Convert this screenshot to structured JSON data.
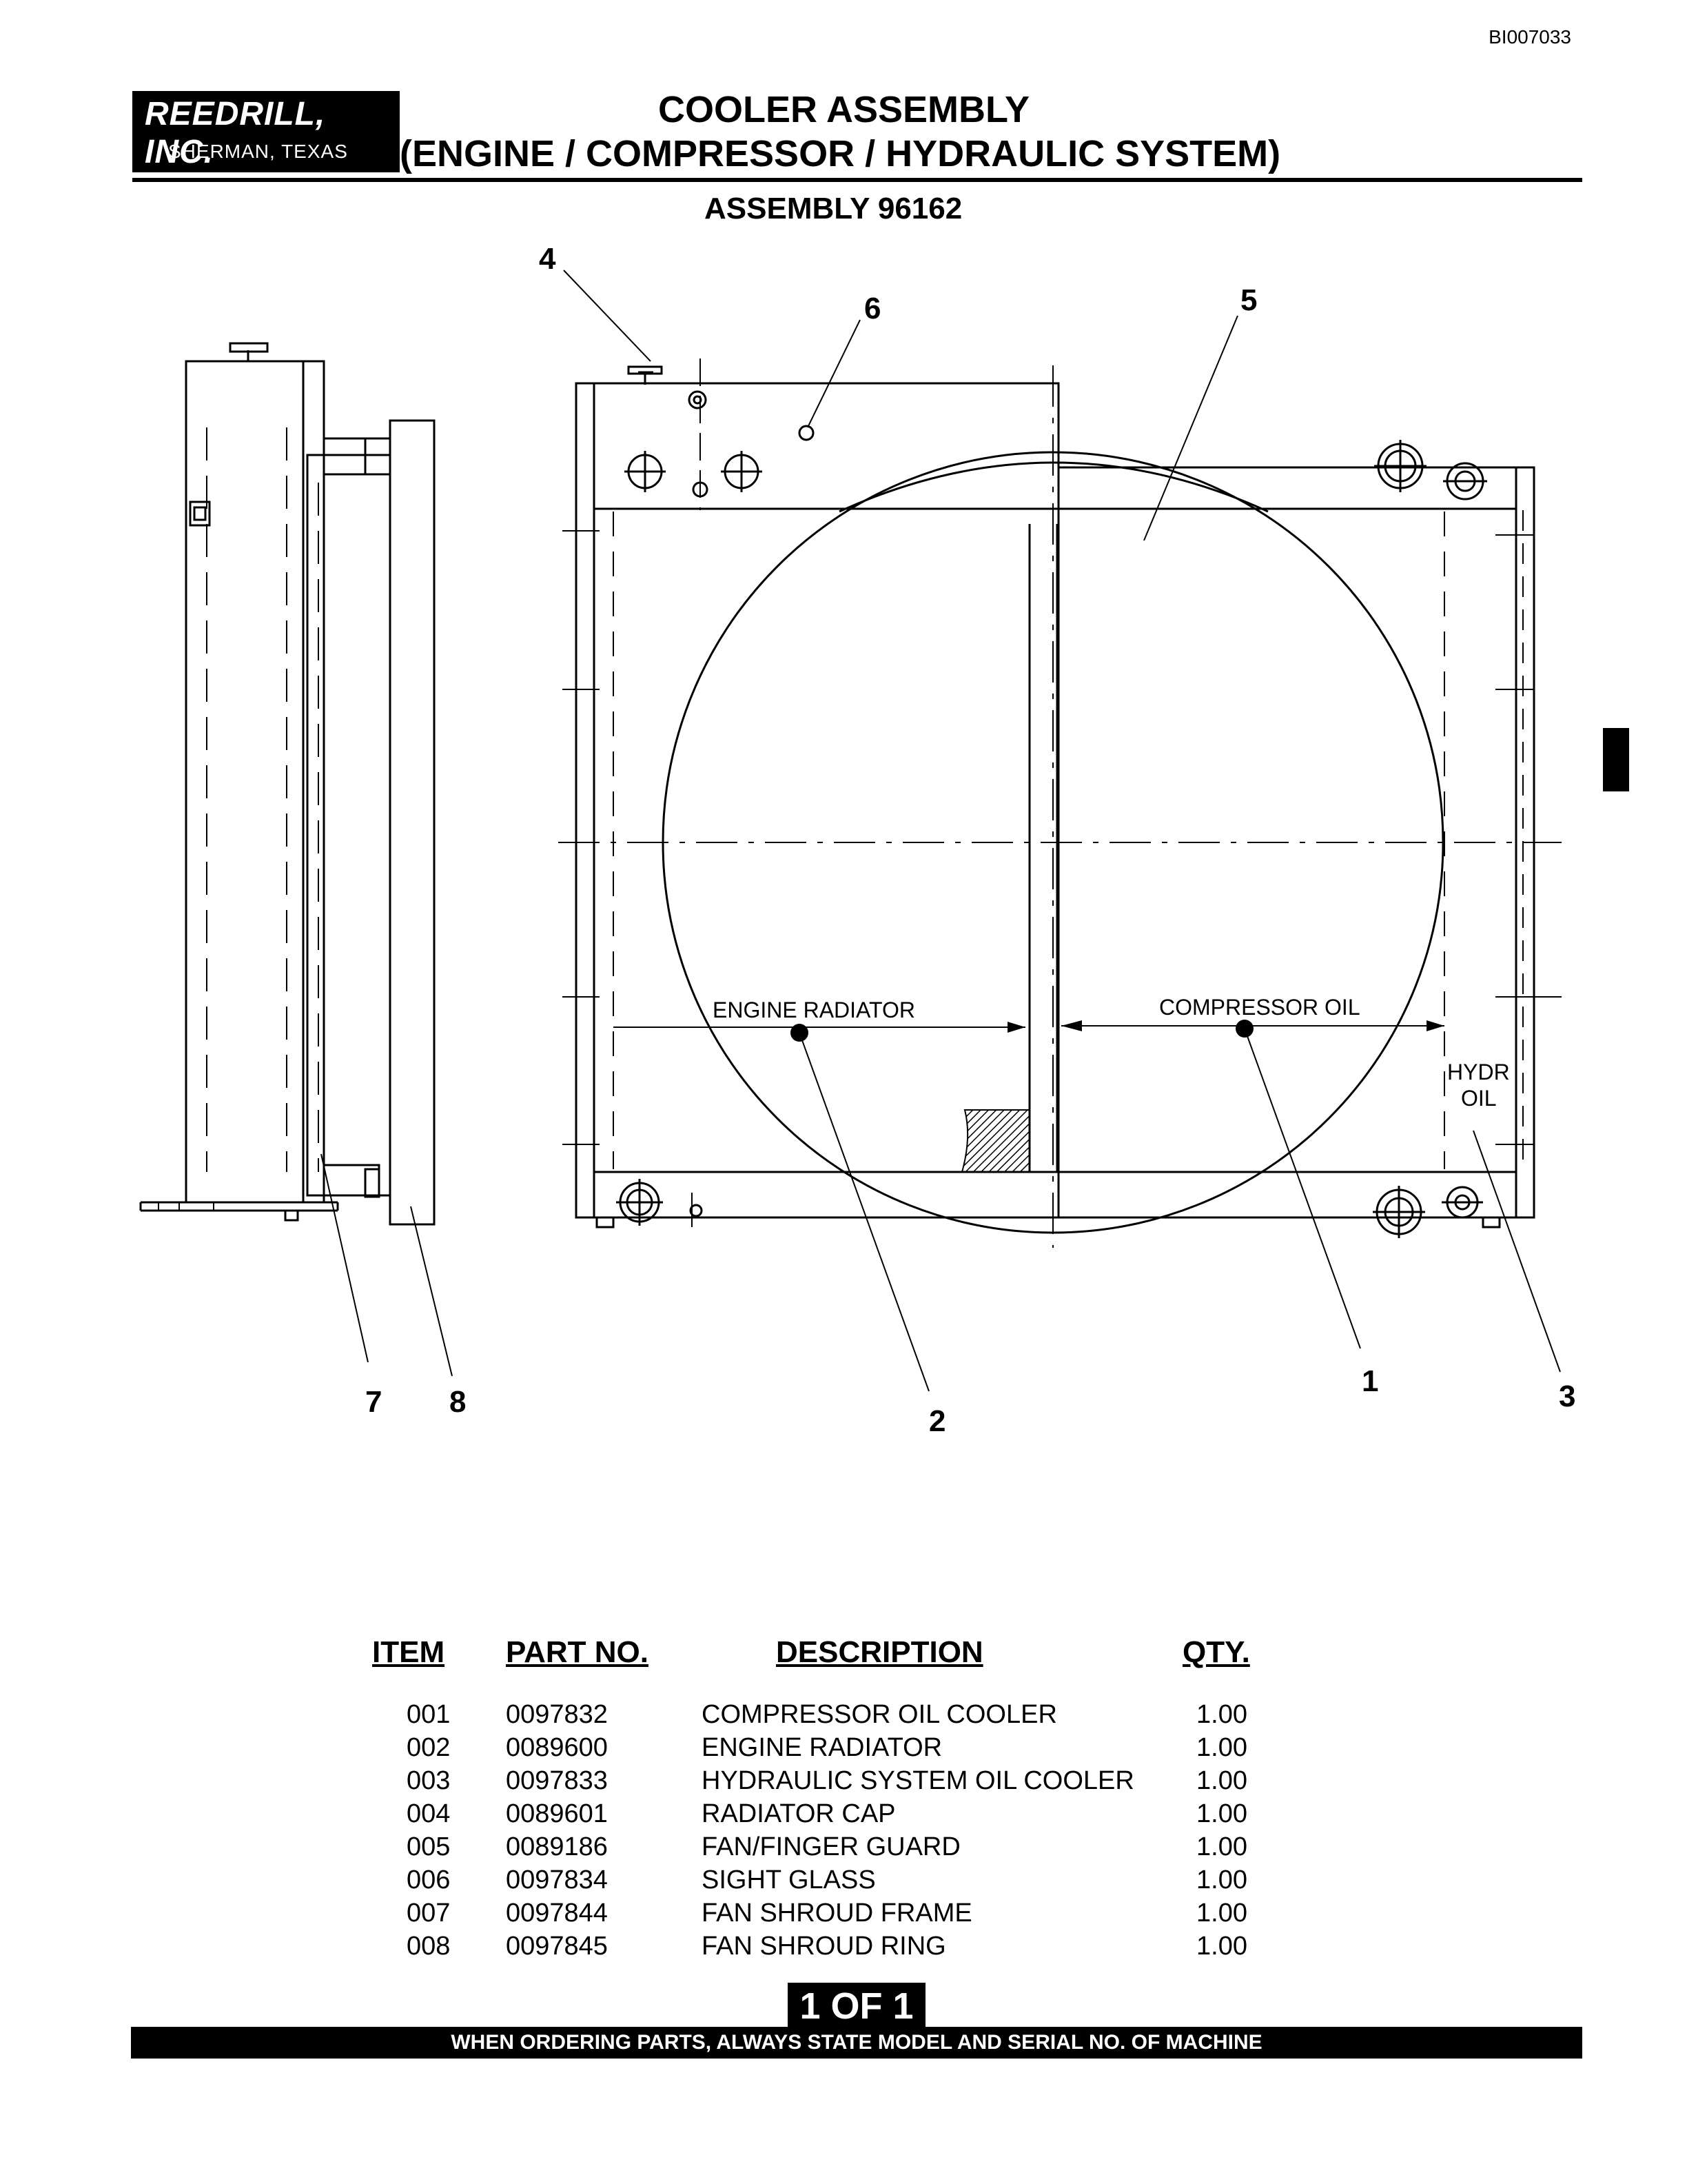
{
  "doc_id": "BI007033",
  "company": {
    "name": "REEDRILL, INC.",
    "location": "SHERMAN, TEXAS"
  },
  "title": {
    "line1": "COOLER ASSEMBLY",
    "line2": "(ENGINE / COMPRESSOR / HYDRAULIC SYSTEM)"
  },
  "subtitle": "ASSEMBLY 96162",
  "drawing": {
    "labels": {
      "engine_radiator": "ENGINE RADIATOR",
      "compressor_oil": "COMPRESSOR OIL",
      "hydr": "HYDR",
      "oil": "OIL"
    },
    "callouts": {
      "c1": "1",
      "c2": "2",
      "c3": "3",
      "c4": "4",
      "c5": "5",
      "c6": "6",
      "c7": "7",
      "c8": "8"
    }
  },
  "parts_table": {
    "headers": {
      "item": "ITEM",
      "part_no": "PART NO.",
      "description": "DESCRIPTION",
      "qty": "QTY."
    },
    "rows": [
      {
        "item": "001",
        "part_no": "0097832",
        "description": "COMPRESSOR OIL COOLER",
        "qty": "1.00"
      },
      {
        "item": "002",
        "part_no": "0089600",
        "description": "ENGINE RADIATOR",
        "qty": "1.00"
      },
      {
        "item": "003",
        "part_no": "0097833",
        "description": "HYDRAULIC SYSTEM OIL COOLER",
        "qty": "1.00"
      },
      {
        "item": "004",
        "part_no": "0089601",
        "description": "RADIATOR CAP",
        "qty": "1.00"
      },
      {
        "item": "005",
        "part_no": "0089186",
        "description": "FAN/FINGER GUARD",
        "qty": "1.00"
      },
      {
        "item": "006",
        "part_no": "0097834",
        "description": "SIGHT GLASS",
        "qty": "1.00"
      },
      {
        "item": "007",
        "part_no": "0097844",
        "description": "FAN SHROUD FRAME",
        "qty": "1.00"
      },
      {
        "item": "008",
        "part_no": "0097845",
        "description": "FAN SHROUD RING",
        "qty": "1.00"
      }
    ]
  },
  "page_indicator": "1 OF 1",
  "footer": "WHEN ORDERING PARTS, ALWAYS STATE MODEL AND SERIAL NO. OF MACHINE"
}
